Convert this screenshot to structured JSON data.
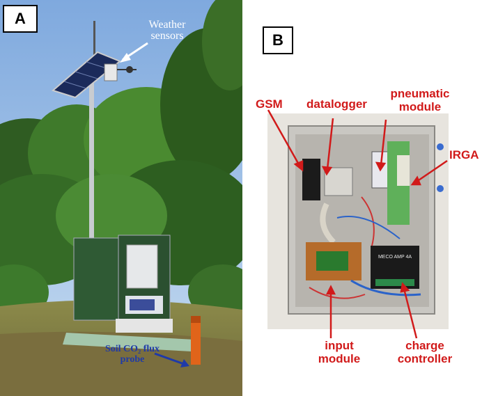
{
  "panel_a": {
    "label": "A",
    "annotations": {
      "weather_line1": "Weather",
      "weather_line2": "sensors",
      "soil_line1": "Soil CO₂ flux",
      "soil_line2": "probe"
    }
  },
  "panel_b": {
    "label": "B",
    "annotations": {
      "gsm": "GSM",
      "datalogger": "datalogger",
      "pneumatic_line1": "pneumatic",
      "pneumatic_line2": "module",
      "irga": "IRGA",
      "input_line1": "input",
      "input_line2": "module",
      "charge_line1": "charge",
      "charge_line2": "controller",
      "module_brand": "MECO AMP 4A"
    }
  },
  "colors": {
    "annotation_red": "#d11a1a",
    "annotation_blue": "#1f3aa8",
    "sky": "#a9c8ea",
    "cabinet_green": "#2f5a34",
    "irga_green": "#5fb05a"
  }
}
